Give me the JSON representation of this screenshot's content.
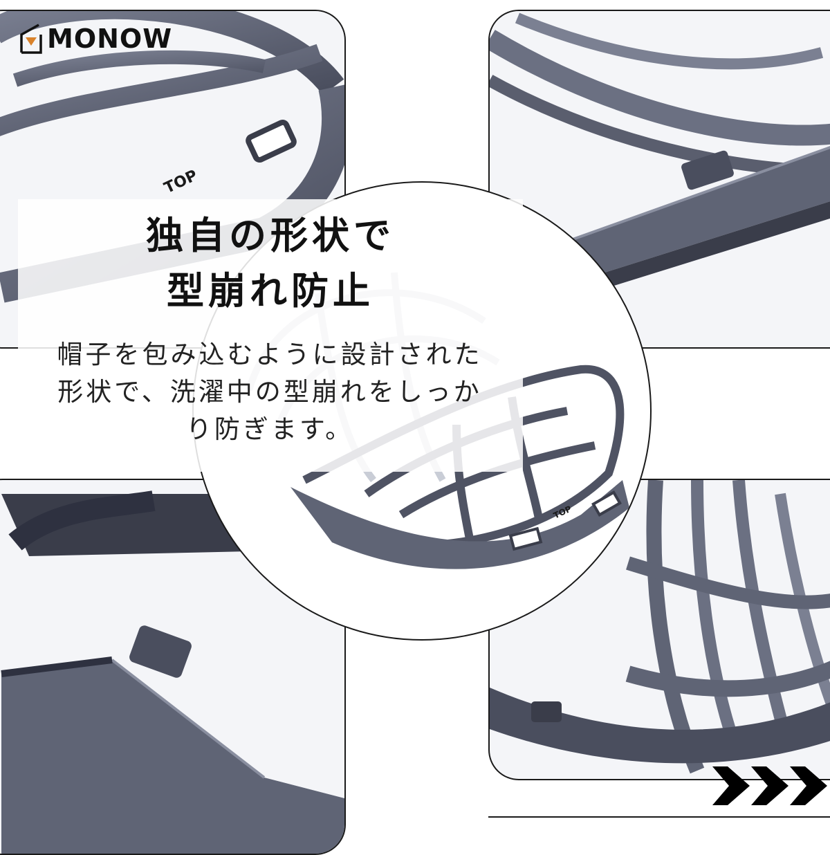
{
  "brand": {
    "logo_text": "MONOW",
    "logo_icon": "house-with-orange-triangle-icon",
    "accent_color": "#d9822b"
  },
  "headline": {
    "line1": "独自の形状で",
    "line2": "型崩れ防止"
  },
  "description": {
    "line1": "帽子を包み込むように設計された",
    "line2": "形状で、洗濯中の型崩れをしっか",
    "line3": "り防ぎます。"
  },
  "product_labels": {
    "top_label_large": "TOP",
    "top_label_small": "TOP"
  },
  "navigation": {
    "next_arrows_icon": "triple-chevron-right-icon"
  },
  "colors": {
    "frame_gray": "#5f6475",
    "frame_dark": "#3a3d4a",
    "frame_light": "#8a8fa0",
    "border": "#1a1a1a",
    "overlay": "#ffffff"
  }
}
